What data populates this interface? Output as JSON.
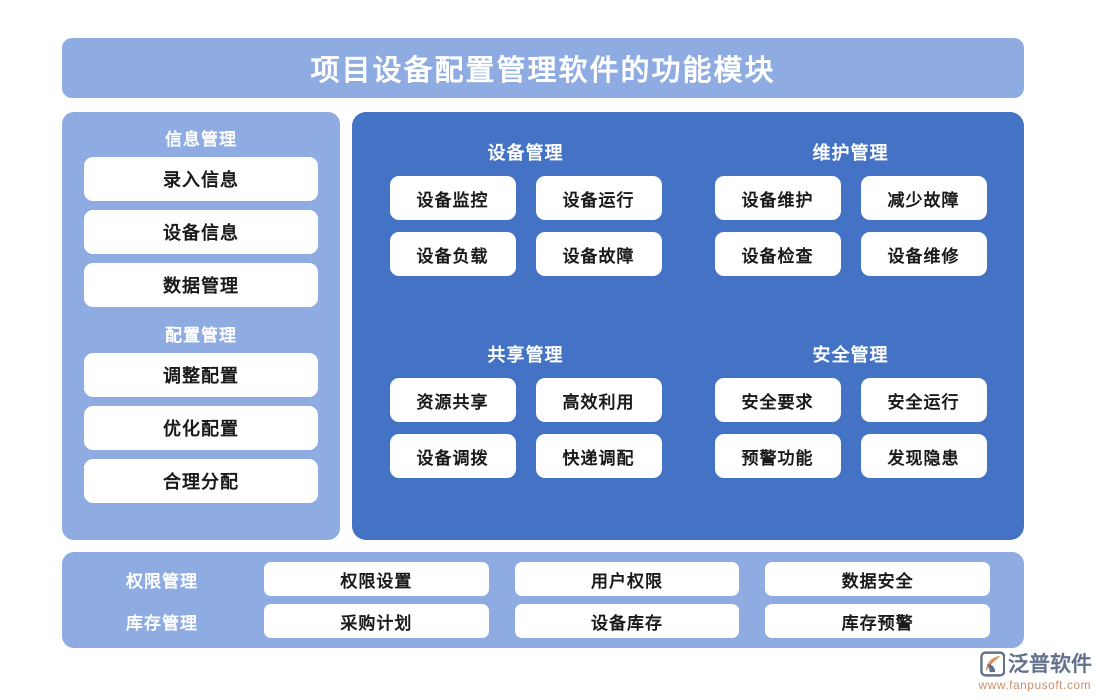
{
  "header": {
    "title": "项目设备配置管理软件的功能模块"
  },
  "sidebar": {
    "groups": [
      {
        "heading": "信息管理",
        "items": [
          {
            "label": "录入信息"
          },
          {
            "label": "设备信息"
          },
          {
            "label": "数据管理"
          }
        ]
      },
      {
        "heading": "配置管理",
        "items": [
          {
            "label": "调整配置"
          },
          {
            "label": "优化配置"
          },
          {
            "label": "合理分配"
          }
        ]
      }
    ]
  },
  "main": {
    "quadrants": [
      {
        "heading": "设备管理",
        "items": [
          {
            "label": "设备监控"
          },
          {
            "label": "设备运行"
          },
          {
            "label": "设备负载"
          },
          {
            "label": "设备故障"
          }
        ]
      },
      {
        "heading": "维护管理",
        "items": [
          {
            "label": "设备维护"
          },
          {
            "label": "减少故障"
          },
          {
            "label": "设备检查"
          },
          {
            "label": "设备维修"
          }
        ]
      },
      {
        "heading": "共享管理",
        "items": [
          {
            "label": "资源共享"
          },
          {
            "label": "高效利用"
          },
          {
            "label": "设备调拨"
          },
          {
            "label": "快递调配"
          }
        ]
      },
      {
        "heading": "安全管理",
        "items": [
          {
            "label": "安全要求"
          },
          {
            "label": "安全运行"
          },
          {
            "label": "预警功能"
          },
          {
            "label": "发现隐患"
          }
        ]
      }
    ]
  },
  "bottom": {
    "rows": [
      {
        "label": "权限管理",
        "items": [
          {
            "label": "权限设置"
          },
          {
            "label": "用户权限"
          },
          {
            "label": "数据安全"
          }
        ]
      },
      {
        "label": "库存管理",
        "items": [
          {
            "label": "采购计划"
          },
          {
            "label": "设备库存"
          },
          {
            "label": "库存预警"
          }
        ]
      }
    ]
  },
  "watermark": {
    "brand": "泛普软件",
    "url": "www.fanpusoft.com"
  },
  "colors": {
    "page_background": "#FFFFFF",
    "light_blue_panel": "#8FACE2",
    "main_blue_panel": "#4472C4",
    "card_background": "#FFFFFF",
    "card_text": "#1A1A1A",
    "heading_text": "#FFFFFF",
    "watermark_brand": "#5B6B86",
    "watermark_url": "#C98A63",
    "watermark_mark_accent": "#D98E56"
  }
}
